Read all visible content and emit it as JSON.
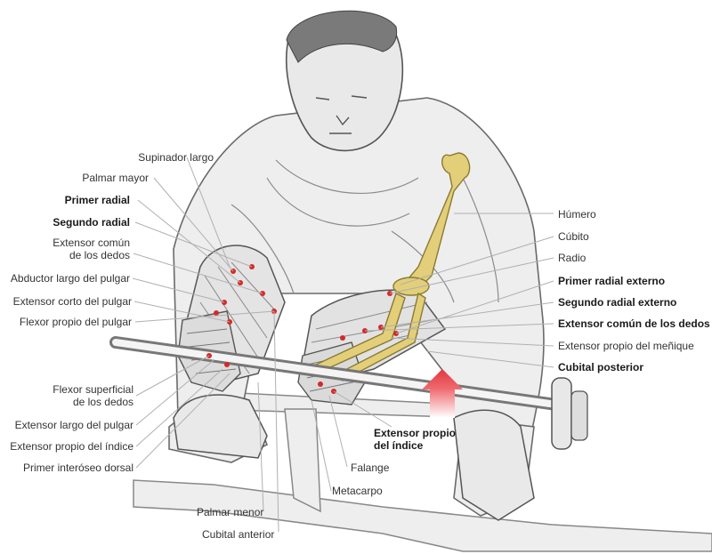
{
  "labels": {
    "supinador_largo": "Supinador largo",
    "palmar_mayor": "Palmar mayor",
    "primer_radial": "Primer radial",
    "segundo_radial": "Segundo radial",
    "extensor_comun_1": "Extensor común",
    "extensor_comun_2": "de los dedos",
    "abductor_largo": "Abductor largo del pulgar",
    "extensor_corto": "Extensor corto del pulgar",
    "flexor_propio": "Flexor propio del pulgar",
    "flexor_superficial_1": "Flexor superficial",
    "flexor_superficial_2": "de los dedos",
    "extensor_largo": "Extensor largo del pulgar",
    "extensor_propio_indice": "Extensor propio del índice",
    "primer_interoseo": "Primer interóseo dorsal",
    "palmar_menor": "Palmar menor",
    "cubital_anterior": "Cubital anterior",
    "metacarpo": "Metacarpo",
    "falange": "Falange",
    "extensor_propio_indice_b1": "Extensor propio",
    "extensor_propio_indice_b2": "del índice",
    "humero": "Húmero",
    "cubito": "Cúbito",
    "radio": "Radio",
    "primer_radial_externo": "Primer radial externo",
    "segundo_radial_externo": "Segundo radial externo",
    "extensor_comun_dedos": "Extensor común de los dedos",
    "extensor_propio_menique": "Extensor propio del meñique",
    "cubital_posterior": "Cubital posterior"
  },
  "colors": {
    "ink": "#555555",
    "bone": "#e3cf7a",
    "muscle_dot": "#d62828",
    "arrow": "#e2373f",
    "leader": "#b0b0b0"
  }
}
